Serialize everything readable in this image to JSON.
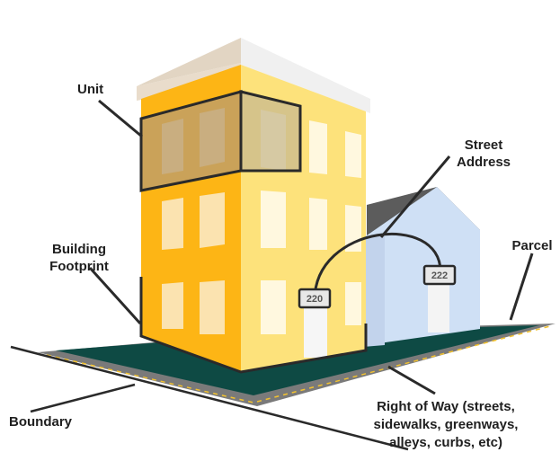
{
  "labels": {
    "unit": "Unit",
    "street_address_line1": "Street",
    "street_address_line2": "Address",
    "parcel": "Parcel",
    "building_footprint_line1": "Building",
    "building_footprint_line2": "Footprint",
    "boundary": "Boundary",
    "right_of_way_line1": "Right of Way (streets,",
    "right_of_way_line2": "sidewalks, greenways,",
    "right_of_way_line3": "alleys, curbs, etc)"
  },
  "addresses": {
    "left": "220",
    "right": "222"
  },
  "colors": {
    "building_front": "#FDB515",
    "building_side": "#FDE27B",
    "house": "#CFE0F5",
    "house_roof": "#5C5C5C",
    "parcel": "#0E4A44",
    "road": "#7A7A7A",
    "road_dash": "#F2C230",
    "outline": "#222222"
  }
}
